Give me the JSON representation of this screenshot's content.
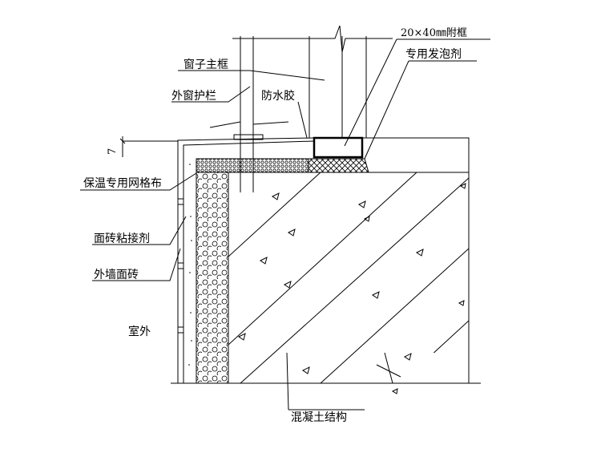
{
  "labels": {
    "main_frame": "窗子主框",
    "outer_guardrail": "外窗护栏",
    "waterproof_sealant": "防水胶",
    "sub_frame": "20×40㎜附框",
    "foam_agent": "专用发泡剂",
    "insulation_mesh": "保温专用网格布",
    "tile_adhesive": "面砖粘接剂",
    "exterior_tile": "外墙面砖",
    "outdoor": "室外",
    "concrete_structure": "混凝土结构",
    "slope_dimension": "7"
  }
}
